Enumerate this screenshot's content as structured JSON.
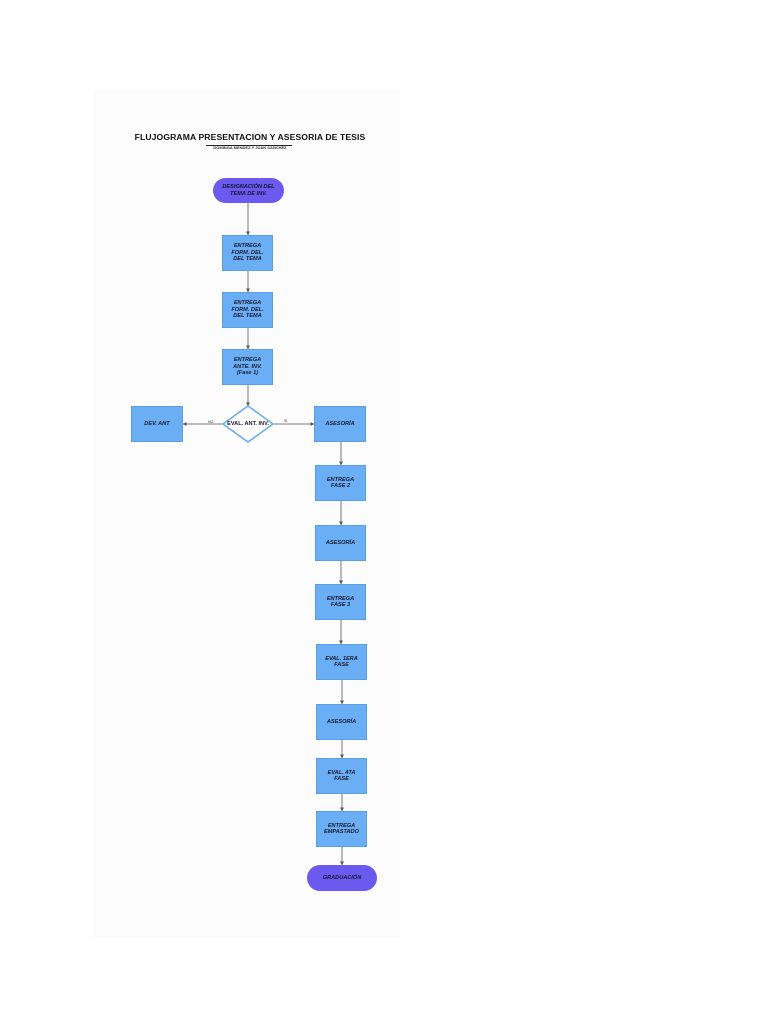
{
  "title": "FLUJOGRAMA PRESENTACION Y ASESORIA DE TESIS",
  "subtitle": "DOMINGA MENDEZ Y JUAN SANCHEZ",
  "nodes": {
    "designacion": "DESIGNACIÓN DEL TEMA DE INV.",
    "entrega_form_1": "ENTREGA FORM. DEL. DEL TEMA",
    "entrega_form_2": "ENTREGA FORM. DEL. DEL TEMA",
    "entrega_ante": "ENTREGA ANTE. INV. (Fase 1)",
    "eval_ant": "EVAL. ANT. INV.",
    "dev_ant": "DEV. ANT",
    "asesoria_1": "ASESORÍA",
    "entrega_fase_2": "ENTREGA FASE 2",
    "asesoria_2": "ASESORÍA",
    "entrega_fase_3": "ENTREGA FASE 3",
    "eval_1era": "EVAL. 1ERA FASE",
    "asesoria_3": "ASESORÍA",
    "eval_4ta": "EVAL. 4TA FASE",
    "entrega_empastado": "ENTREGA EMPASTADO",
    "graduacion": "GRADUACIÓN"
  },
  "edge_labels": {
    "no": "NO",
    "si": "SI"
  },
  "colors": {
    "process": "#6aaef5",
    "terminal": "#6a5af0",
    "decision_border": "#6aaef5",
    "connector": "#555555"
  }
}
